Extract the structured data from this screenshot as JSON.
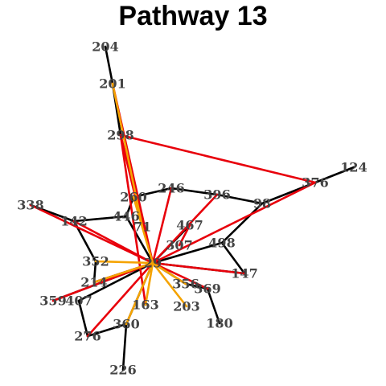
{
  "title": "Pathway 13",
  "colors": {
    "black": "#000000",
    "red": "#e8000b",
    "orange": "#f5a300",
    "label": "#444444"
  },
  "nodes": [
    "204",
    "201",
    "298",
    "124",
    "376",
    "338",
    "260",
    "246",
    "396",
    "98",
    "142",
    "446",
    "71",
    "467",
    "498",
    "307",
    "352",
    "29",
    "147",
    "214",
    "356",
    "369",
    "359",
    "407",
    "163",
    "203",
    "360",
    "180",
    "276",
    "226"
  ],
  "edges": [
    {
      "from": "204",
      "to": "201",
      "color": "black"
    },
    {
      "from": "201",
      "to": "298",
      "color": "black"
    },
    {
      "from": "124",
      "to": "376",
      "color": "black"
    },
    {
      "from": "376",
      "to": "98",
      "color": "black"
    },
    {
      "from": "246",
      "to": "396",
      "color": "black"
    },
    {
      "from": "396",
      "to": "98",
      "color": "black"
    },
    {
      "from": "246",
      "to": "260",
      "color": "black"
    },
    {
      "from": "260",
      "to": "446",
      "color": "black"
    },
    {
      "from": "338",
      "to": "142",
      "color": "black"
    },
    {
      "from": "142",
      "to": "446",
      "color": "black"
    },
    {
      "from": "142",
      "to": "352",
      "color": "black"
    },
    {
      "from": "446",
      "to": "29",
      "color": "black"
    },
    {
      "from": "467",
      "to": "29",
      "color": "black"
    },
    {
      "from": "98",
      "to": "498",
      "color": "black"
    },
    {
      "from": "498",
      "to": "29",
      "color": "black"
    },
    {
      "from": "498",
      "to": "147",
      "color": "black"
    },
    {
      "from": "147",
      "to": "29",
      "color": "black"
    },
    {
      "from": "352",
      "to": "214",
      "color": "black"
    },
    {
      "from": "214",
      "to": "29",
      "color": "black"
    },
    {
      "from": "29",
      "to": "359",
      "color": "black"
    },
    {
      "from": "29",
      "to": "407",
      "color": "black"
    },
    {
      "from": "29",
      "to": "356",
      "color": "black"
    },
    {
      "from": "356",
      "to": "369",
      "color": "black"
    },
    {
      "from": "369",
      "to": "180",
      "color": "black"
    },
    {
      "from": "29",
      "to": "360",
      "color": "black"
    },
    {
      "from": "360",
      "to": "226",
      "color": "black"
    },
    {
      "from": "276",
      "to": "407",
      "color": "black"
    },
    {
      "from": "276",
      "to": "360",
      "color": "black"
    },
    {
      "from": "298",
      "to": "376",
      "color": "red"
    },
    {
      "from": "298",
      "to": "29",
      "color": "red"
    },
    {
      "from": "298",
      "to": "163",
      "color": "red"
    },
    {
      "from": "298",
      "to": "71",
      "color": "red"
    },
    {
      "from": "201",
      "to": "29",
      "color": "red"
    },
    {
      "from": "376",
      "to": "29",
      "color": "red"
    },
    {
      "from": "396",
      "to": "29",
      "color": "red"
    },
    {
      "from": "338",
      "to": "29",
      "color": "red"
    },
    {
      "from": "142",
      "to": "29",
      "color": "red"
    },
    {
      "from": "246",
      "to": "29",
      "color": "red"
    },
    {
      "from": "467",
      "to": "307",
      "color": "red"
    },
    {
      "from": "29",
      "to": "147",
      "color": "red"
    },
    {
      "from": "29",
      "to": "359",
      "color": "red"
    },
    {
      "from": "29",
      "to": "276",
      "color": "red"
    },
    {
      "from": "29",
      "to": "214",
      "color": "red"
    },
    {
      "from": "29",
      "to": "369",
      "color": "red"
    },
    {
      "from": "201",
      "to": "71",
      "color": "orange"
    },
    {
      "from": "260",
      "to": "29",
      "color": "orange"
    },
    {
      "from": "352",
      "to": "29",
      "color": "orange"
    },
    {
      "from": "29",
      "to": "163",
      "color": "orange"
    },
    {
      "from": "29",
      "to": "203",
      "color": "orange"
    },
    {
      "from": "29",
      "to": "360",
      "color": "orange"
    },
    {
      "from": "29",
      "to": "356",
      "color": "orange"
    },
    {
      "from": "29",
      "to": "214",
      "color": "orange"
    }
  ]
}
